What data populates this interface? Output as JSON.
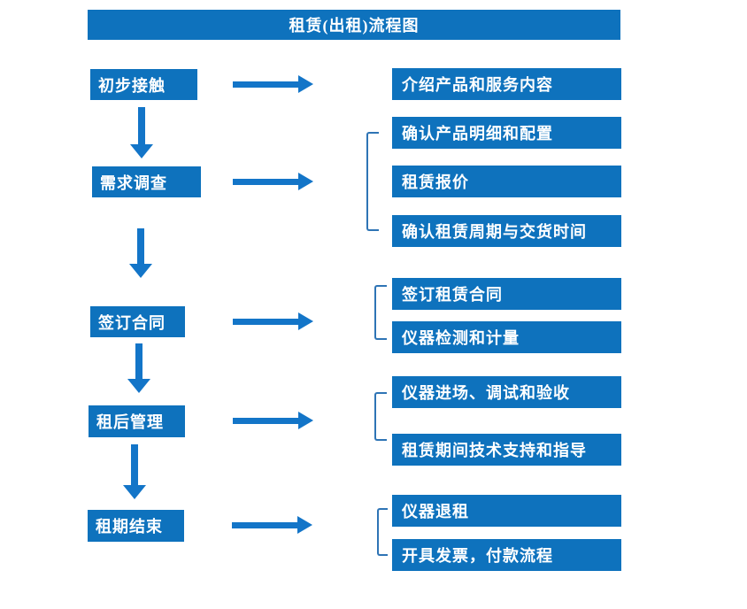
{
  "title": "租赁(出租)流程图",
  "colors": {
    "box_blue": "#0E72BD",
    "arrow_blue": "#1375C8",
    "bracket_blue": "#2E74B5",
    "text_white": "#FFFFFF"
  },
  "flow_steps": [
    {
      "label": "初步接触"
    },
    {
      "label": "需求调查"
    },
    {
      "label": "签订合同"
    },
    {
      "label": "租后管理"
    },
    {
      "label": "租期结束"
    }
  ],
  "detail_groups": [
    {
      "items": [
        {
          "label": "介绍产品和服务内容"
        }
      ]
    },
    {
      "items": [
        {
          "label": "确认产品明细和配置"
        },
        {
          "label": "租赁报价"
        },
        {
          "label": "确认租赁周期与交货时间"
        }
      ]
    },
    {
      "items": [
        {
          "label": "签订租赁合同"
        },
        {
          "label": "仪器检测和计量"
        }
      ]
    },
    {
      "items": [
        {
          "label": "仪器进场、调试和验收"
        },
        {
          "label": "租赁期间技术支持和指导"
        }
      ]
    },
    {
      "items": [
        {
          "label": "仪器退租"
        },
        {
          "label": "开具发票，付款流程"
        }
      ]
    }
  ]
}
